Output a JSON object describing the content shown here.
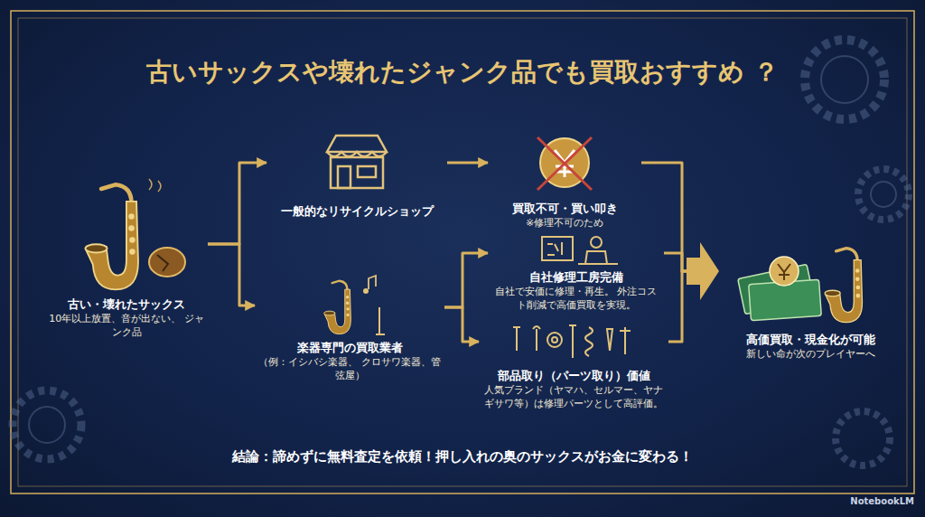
{
  "diagram": {
    "title": "古いサックスや壊れたジャンク品でも買取おすすめ ？",
    "nodes": [
      {
        "text": [
          "古い・壊れたサックス",
          "10年以上放置、音が出ない、 ジャンク品"
        ]
      },
      {
        "text": [
          "一般的なリサイクルショップ"
        ]
      },
      {
        "text": [
          "楽器専門の買取業者",
          "（例：イシバシ楽器、 クロサワ楽器、管弦屋）"
        ]
      },
      {
        "text": [
          "買取不可・買い叩き",
          "※修理不可のため"
        ]
      },
      {
        "text": [
          "自社修理工房完備",
          "自社で安価に修理・再生。 外注コスト削減で高価買取を実現。"
        ]
      },
      {
        "text": [
          "部品取り（パーツ取り）価値",
          "人気ブランド（ヤマハ、セルマー、ヤナ ギサワ等）は修理パーツとして高評価。"
        ]
      },
      {
        "text": [
          "高価買取・現金化が可能",
          "新しい命が次のプレイヤーへ"
        ]
      }
    ],
    "edges": [
      {
        "from": 0,
        "to": 1,
        "arrow": "to"
      },
      {
        "from": 0,
        "to": 2,
        "arrow": "to"
      },
      {
        "from": 1,
        "to": 3,
        "arrow": "to"
      },
      {
        "from": 2,
        "to": 4,
        "arrow": "to"
      },
      {
        "from": 2,
        "to": 5,
        "arrow": "to"
      },
      {
        "from": 3,
        "to": 6,
        "arrow": "to"
      },
      {
        "from": 4,
        "to": 6,
        "arrow": "to"
      },
      {
        "from": 5,
        "to": 6,
        "arrow": "to"
      }
    ],
    "labels": [
      "結論：諦めずに無料査定を依頼！押し入れの奥のサックスがお金に変わる！",
      "NotebookLM"
    ]
  }
}
